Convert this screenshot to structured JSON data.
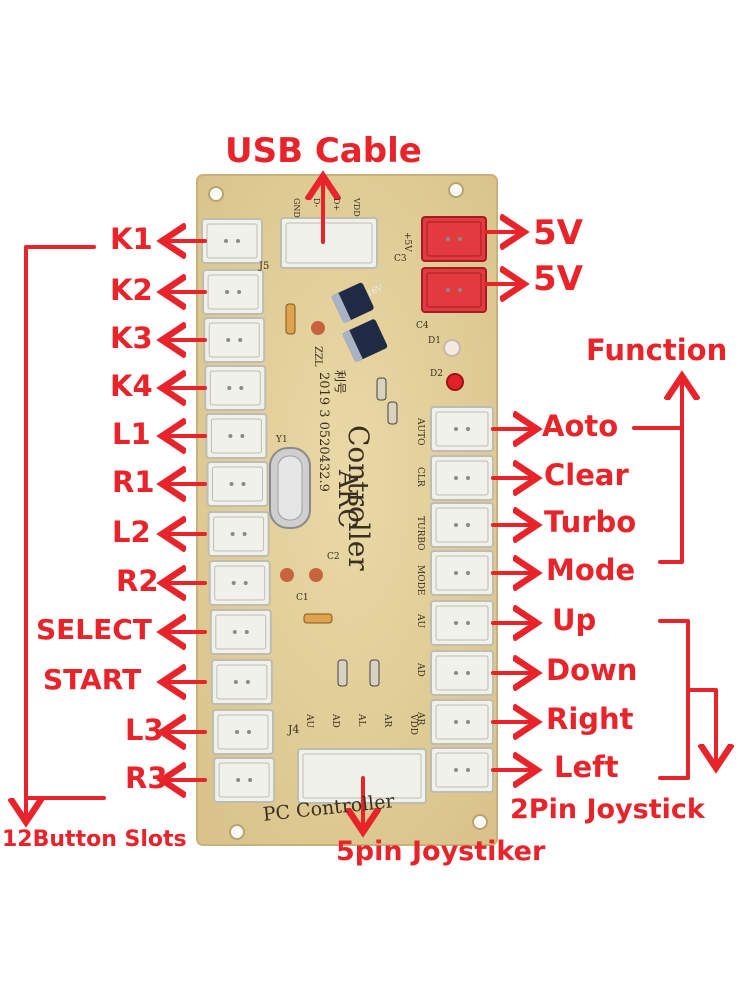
{
  "top": {
    "usb_label": "USB Cable"
  },
  "power": {
    "labels": [
      "5V",
      "5V"
    ]
  },
  "left_buttons": [
    "K1",
    "K2",
    "K3",
    "K4",
    "L1",
    "R1",
    "L2",
    "R2",
    "SELECT",
    "START",
    "L3",
    "R3"
  ],
  "left_group_label": "12Button Slots",
  "function_group": {
    "title": "Function",
    "items": [
      "Aoto",
      "Clear",
      "Turbo",
      "Mode"
    ]
  },
  "joystick_group": {
    "items": [
      "Up",
      "Down",
      "Right",
      "Left"
    ],
    "label": "2Pin Joystick"
  },
  "bottom_label": "5pin Joystiker",
  "pcb": {
    "title_line1": "ARC",
    "title_line2": "Controller",
    "bottom_text": "PC Controller",
    "date_text": "2019 3 0520432.9",
    "brand_text": "利号",
    "top_header_pins": [
      "GND",
      "D-",
      "D+",
      "VDD"
    ],
    "left_markers": [
      "J5"
    ],
    "right_header_pins": [
      "AUTO",
      "CLR",
      "TURBO",
      "MODE",
      "AU",
      "AD"
    ],
    "bottom_header_pins": [
      "AU",
      "AD",
      "AL",
      "AR",
      "VDD"
    ],
    "bottom_left_marker": "J4",
    "right_bottom_pin": "AR",
    "top_right_marker": "+5V",
    "cap_label": "16V",
    "component_labels": [
      "C3",
      "C4",
      "D1",
      "D2",
      "C1",
      "C2",
      "Y1",
      "ZZL"
    ]
  },
  "colors": {
    "accent": "#e8232a",
    "board": "#e3cf9a",
    "connector": "#f1f1ec",
    "power_connector": "#e23a3f"
  }
}
